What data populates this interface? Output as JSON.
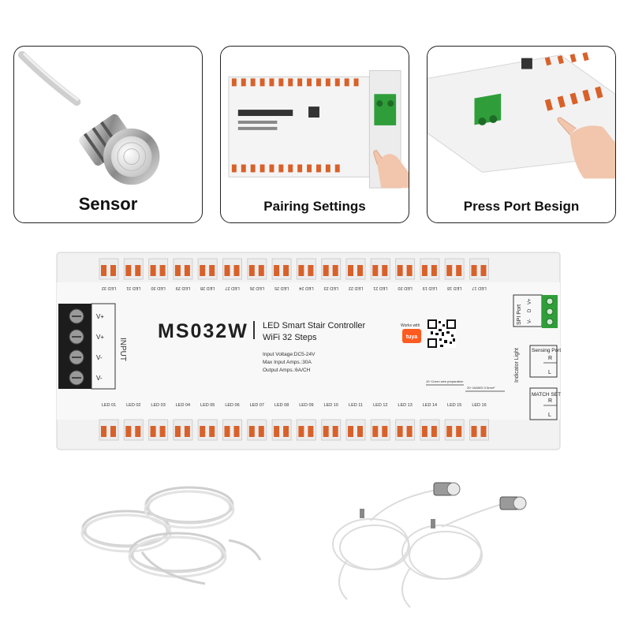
{
  "panels": [
    {
      "caption": "Sensor",
      "icon": "pir-sensor-icon"
    },
    {
      "caption": "Pairing Settings",
      "icon": "controller-pairing-icon"
    },
    {
      "caption": "Press Port Besign",
      "icon": "press-port-hand-icon"
    }
  ],
  "controller": {
    "model": "MS032W",
    "title": "LED Smart Stair Controller",
    "subtitle": "WiFi 32 Steps",
    "specs": [
      "Input Voltage:DC5-24V",
      "Max Input Amps.:30A",
      "Output Amps.:6A/CH"
    ],
    "brand_label": "Works with",
    "brand": "tuya",
    "input_label": "INPUT",
    "input_terminals": [
      "V+",
      "V+",
      "V-",
      "V-"
    ],
    "spi_label": "SPI Port",
    "spi_pins": [
      "V-",
      "D",
      "V+"
    ],
    "indicator_label": "Indicator Light",
    "sensing_label": "Sensing Port",
    "match_label": "MATCH SET",
    "lr": [
      "L",
      "R"
    ],
    "wire_note_1": "10~11mm wire preparation",
    "wire_note_2": "20~16AWG 0.5mm²",
    "top_leds": [
      "LED 32",
      "LED 31",
      "LED 30",
      "LED 29",
      "LED 28",
      "LED 27",
      "LED 26",
      "LED 25",
      "LED 24",
      "LED 23",
      "LED 22",
      "LED 21",
      "LED 20",
      "LED 19",
      "LED 18",
      "LED 17"
    ],
    "bottom_leds": [
      "LED 01",
      "LED 02",
      "LED 03",
      "LED 04",
      "LED 05",
      "LED 06",
      "LED 07",
      "LED 08",
      "LED 09",
      "LED 10",
      "LED 11",
      "LED 12",
      "LED 13",
      "LED 14",
      "LED 15",
      "LED 16"
    ]
  },
  "accessories": [
    "coiled-extension-cable-icon",
    "pir-sensor-cable-icon"
  ],
  "colors": {
    "terminal_green": "#2f9e3a",
    "port_orange": "#d8612a",
    "tuya_orange": "#ff5a1f",
    "housing": "#f2f2f2"
  }
}
